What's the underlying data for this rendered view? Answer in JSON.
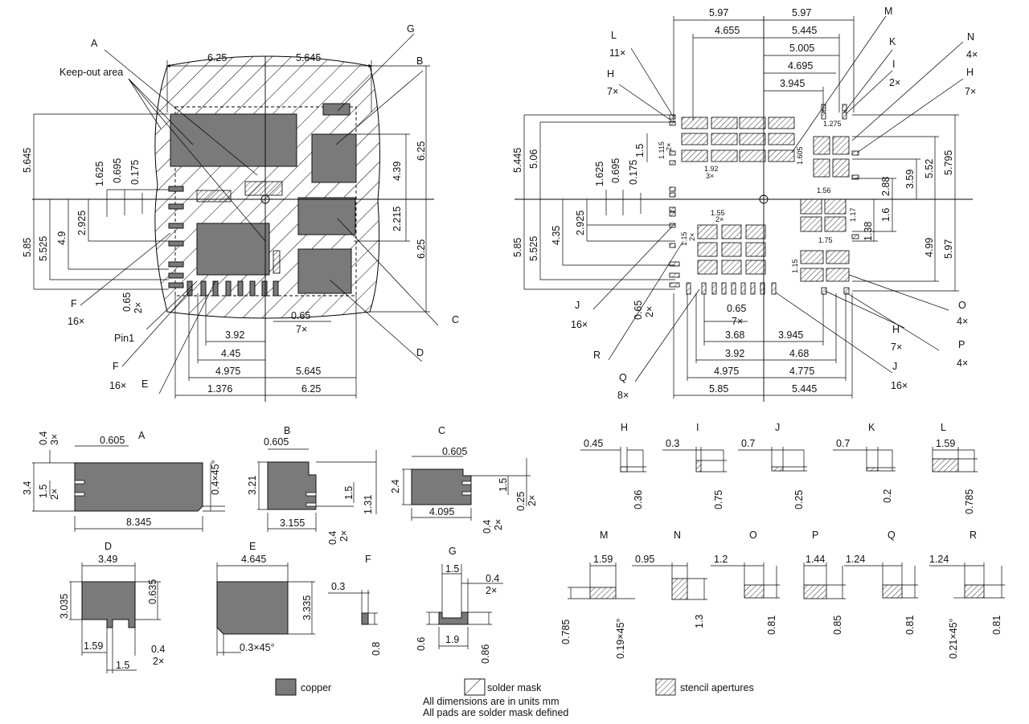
{
  "left_footprint": {
    "top_dims": [
      "6.25",
      "5.645"
    ],
    "left_dims": [
      "5.645",
      "5.85",
      "5.525",
      "4.9",
      "1.625",
      "0.695",
      "0.175",
      "2.925"
    ],
    "right_dims": [
      "4.39",
      "6.25",
      "2.215",
      "6.25"
    ],
    "bottom_dims": [
      "0.65",
      "7×",
      "3.92",
      "4.45",
      "4.975",
      "5.645",
      "1.376",
      "6.25"
    ],
    "pitch_dims": [
      "0.65",
      "2×"
    ],
    "labels": {
      "a": "A",
      "g": "G",
      "b": "B",
      "c": "C",
      "d": "D",
      "e": "E",
      "f1": "F",
      "f1n": "16×",
      "f2": "F",
      "f2n": "16×",
      "keepout": "Keep-out area",
      "pin1": "Pin1"
    }
  },
  "right_stencil": {
    "top_dims": [
      "5.97",
      "5.97",
      "4.655",
      "5.445",
      "5.005",
      "4.695",
      "3.945"
    ],
    "left_dims": [
      "5.445",
      "5.06",
      "5.85",
      "5.525",
      "4.35",
      "1.625",
      "0.695",
      "0.175",
      "2.925",
      "1.5",
      "1.115",
      "2×"
    ],
    "right_dims": [
      "5.52",
      "5.795",
      "3.59",
      "2.88",
      "1.6",
      "1.38",
      "4.99",
      "5.97"
    ],
    "bottom_dims": [
      "0.65",
      "7×",
      "3.68",
      "3.945",
      "3.92",
      "4.68",
      "4.975",
      "4.775",
      "5.85",
      "5.445",
      "0.65",
      "2×"
    ],
    "small_dims": [
      "1.92",
      "3×",
      "1.55",
      "2×",
      "1.275",
      "1.605",
      "1.56",
      "1.17",
      "1.75",
      "1.15",
      "1.15",
      "2×"
    ],
    "labels": {
      "l": "L",
      "ln": "11×",
      "h1": "H",
      "h1n": "7×",
      "m": "M",
      "k": "K",
      "n": "N",
      "nn": "4×",
      "i": "I",
      "in": "2×",
      "h2": "H",
      "h2n": "7×",
      "j1": "J",
      "j1n": "16×",
      "r": "R",
      "q": "Q",
      "qn": "8×",
      "o": "O",
      "on": "4×",
      "h3": "H",
      "h3n": "7×",
      "p": "P",
      "pn": "4×",
      "j2": "J",
      "j2n": "16×"
    }
  },
  "pad_details": {
    "A": {
      "title": "A",
      "dims": [
        "0.4",
        "3×",
        "0.605",
        "3.4",
        "1.5",
        "2×",
        "0.4×45°",
        "8.345"
      ]
    },
    "B": {
      "title": "B",
      "dims": [
        "0.605",
        "3.21",
        "1.5",
        "1.31",
        "3.155",
        "0.4",
        "2×"
      ]
    },
    "C": {
      "title": "C",
      "dims": [
        "0.605",
        "2.4",
        "1.5",
        "0.25",
        "2×",
        "4.095",
        "0.4",
        "2×"
      ]
    },
    "D": {
      "title": "D",
      "dims": [
        "3.49",
        "3.035",
        "0.635",
        "1.59",
        "0.4",
        "2×",
        "1.5"
      ]
    },
    "E": {
      "title": "E",
      "dims": [
        "4.645",
        "3.335",
        "0.3×45°"
      ]
    },
    "F": {
      "title": "F",
      "dims": [
        "0.3",
        "0.8"
      ]
    },
    "G": {
      "title": "G",
      "dims": [
        "1.5",
        "0.4",
        "2×",
        "0.6",
        "1.9",
        "0.86"
      ]
    },
    "H": {
      "title": "H",
      "dims": [
        "0.45",
        "0.36"
      ]
    },
    "I": {
      "title": "I",
      "dims": [
        "0.3",
        "0.75"
      ]
    },
    "J": {
      "title": "J",
      "dims": [
        "0.7",
        "0.25"
      ]
    },
    "K": {
      "title": "K",
      "dims": [
        "0.7",
        "0.2"
      ]
    },
    "L": {
      "title": "L",
      "dims": [
        "1.59",
        "0.785"
      ]
    },
    "M": {
      "title": "M",
      "dims": [
        "1.59",
        "0.785",
        "0.19×45°"
      ]
    },
    "N": {
      "title": "N",
      "dims": [
        "0.95",
        "1.3"
      ]
    },
    "O": {
      "title": "O",
      "dims": [
        "1.2",
        "0.81"
      ]
    },
    "P": {
      "title": "P",
      "dims": [
        "1.44",
        "0.85"
      ]
    },
    "Q": {
      "title": "Q",
      "dims": [
        "1.24",
        "0.81"
      ]
    },
    "R": {
      "title": "R",
      "dims": [
        "1.24",
        "0.21×45°",
        "0.81"
      ]
    }
  },
  "legend": {
    "copper": "copper",
    "solder_mask": "solder mask",
    "stencil": "stencil apertures",
    "note1": "All dimensions are in units mm",
    "note2": "All pads are solder mask defined"
  }
}
